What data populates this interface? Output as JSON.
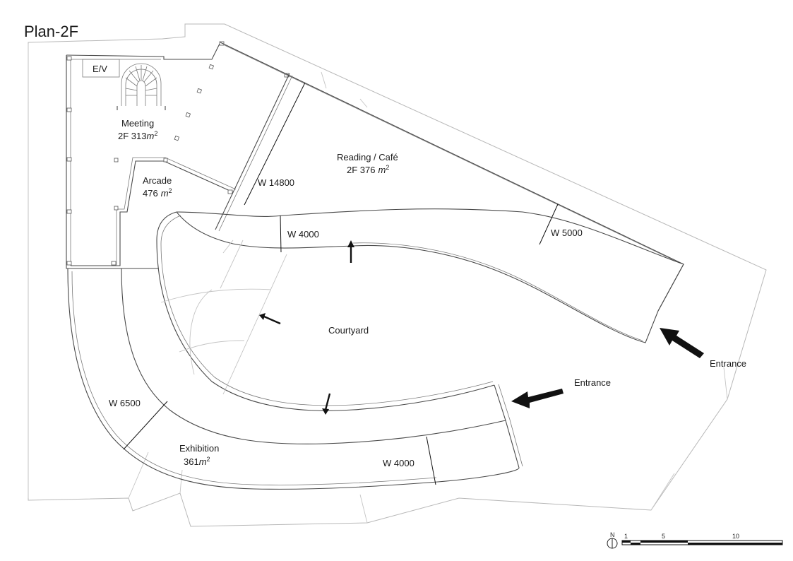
{
  "title": "Plan-2F",
  "rooms": {
    "ev": "E/V",
    "meeting_name": "Meeting",
    "meeting_area": "2F 313",
    "arcade_name": "Arcade",
    "arcade_area": "476",
    "reading_name": "Reading / Café",
    "reading_area": "2F 376",
    "courtyard": "Courtyard",
    "exhibition_name": "Exhibition",
    "exhibition_area": "361"
  },
  "units": {
    "m": "m",
    "sq": "2"
  },
  "widths": {
    "w14800": "W 14800",
    "w4000_upper": "W 4000",
    "w5000": "W 5000",
    "w6500": "W 6500",
    "w4000_lower": "W 4000"
  },
  "entrances": {
    "right": "Entrance",
    "middle": "Entrance"
  },
  "scale": {
    "north": "N",
    "t1": "1",
    "t5": "5",
    "t10": "10"
  },
  "icons": [
    "north-arrow-icon",
    "entrance-arrow-icon",
    "circulation-arrow-icon"
  ]
}
